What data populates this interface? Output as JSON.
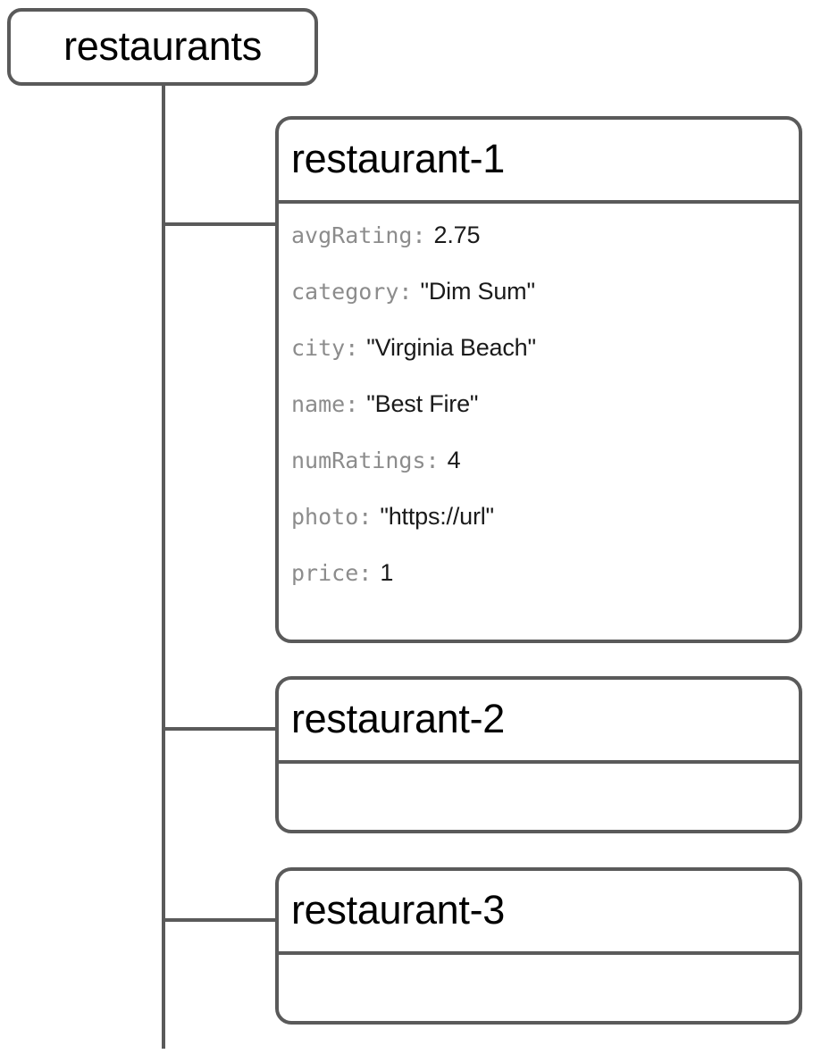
{
  "diagram": {
    "type": "firestore-collection-tree",
    "stroke_color": "#5a5a5a",
    "key_color": "#8c8c8c",
    "value_color": "#1a1a1a",
    "background": "#ffffff"
  },
  "root": {
    "label": "restaurants",
    "kind": "collection"
  },
  "documents": [
    {
      "id": "restaurant-1",
      "kind": "document",
      "fields": [
        {
          "key": "avgRating",
          "colon": ":",
          "value": "2.75"
        },
        {
          "key": "category",
          "colon": ":",
          "value": "\"Dim Sum\""
        },
        {
          "key": "city",
          "colon": ":",
          "value": "\"Virginia Beach\""
        },
        {
          "key": "name",
          "colon": ":",
          "value": "\"Best Fire\""
        },
        {
          "key": "numRatings",
          "colon": ":",
          "value": "4"
        },
        {
          "key": "photo",
          "colon": ":",
          "value": "\"https://url\""
        },
        {
          "key": "price",
          "colon": ":",
          "value": "1"
        }
      ]
    },
    {
      "id": "restaurant-2",
      "kind": "document",
      "placeholder": "...",
      "fields": []
    },
    {
      "id": "restaurant-3",
      "kind": "document",
      "placeholder": "...",
      "fields": []
    }
  ]
}
